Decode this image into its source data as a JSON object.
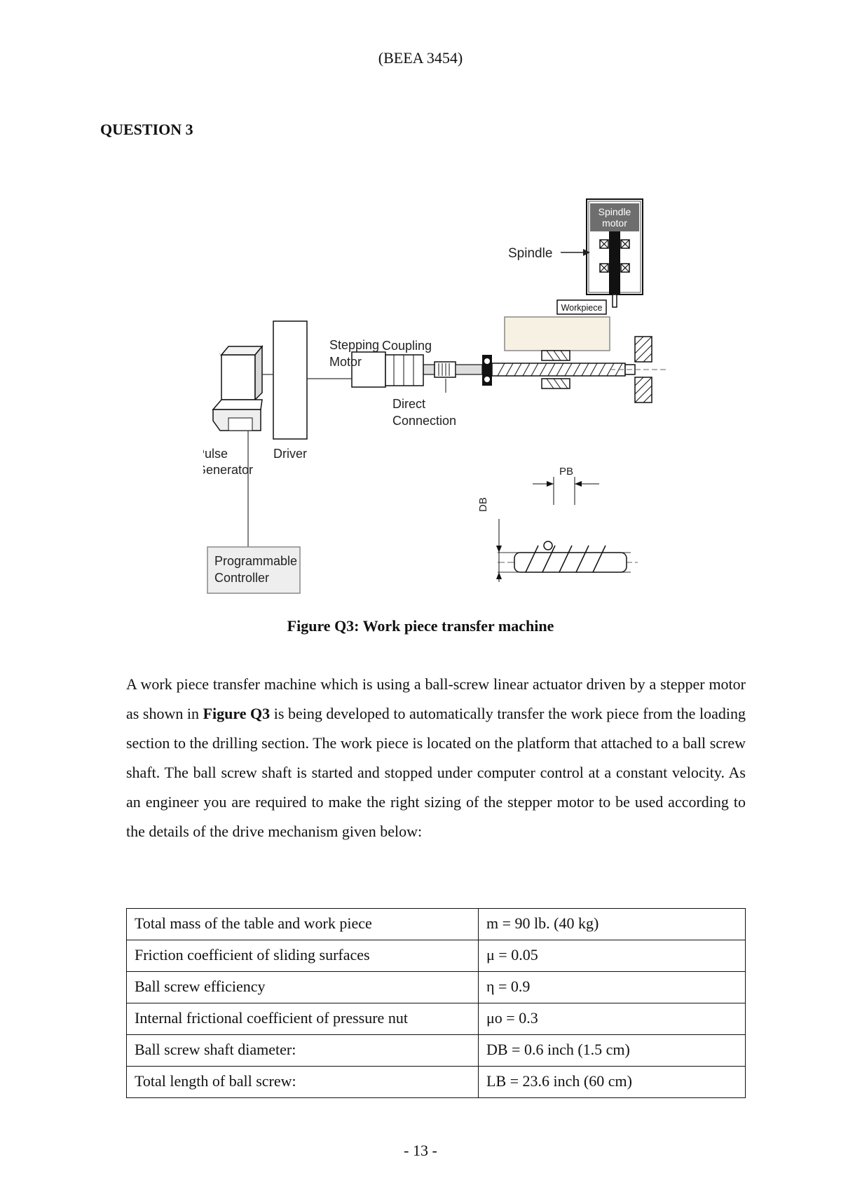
{
  "header": {
    "course_code": "(BEEA 3454)"
  },
  "question": {
    "title": "QUESTION 3"
  },
  "figure": {
    "labels": {
      "spindle_motor_1": "Spindle",
      "spindle_motor_2": "motor",
      "spindle": "Spindle",
      "workpiece": "Workpiece",
      "stepping_motor_1": "Stepping",
      "stepping_motor_2": "Motor",
      "coupling": "Coupling",
      "direct_connection_1": "Direct",
      "direct_connection_2": "Connection",
      "pulse_generator_1": "Pulse",
      "pulse_generator_2": "Generator",
      "driver": "Driver",
      "programmable_controller_1": "Programmable",
      "programmable_controller_2": "Controller",
      "pitch": "PB",
      "diameter": "DB"
    },
    "caption": "Figure Q3: Work piece transfer machine"
  },
  "body": {
    "p1": "A work piece transfer machine which is using a ball-screw linear actuator driven by a stepper motor as shown in ",
    "p_bold": "Figure Q3",
    "p2": " is being developed to automatically transfer the work piece from the loading section to the drilling section. The work piece is located on the platform that attached to a ball screw shaft. The ball screw shaft is started and stopped under computer control at a constant velocity. As an engineer you are required to make the right sizing of the stepper motor to be used according to the details of the drive mechanism given below:"
  },
  "table": {
    "rows": [
      {
        "label": "Total mass of the table and work piece",
        "value": "m = 90 lb. (40 kg)"
      },
      {
        "label": "Friction coefficient of sliding surfaces",
        "value": "μ = 0.05"
      },
      {
        "label": "Ball screw efficiency",
        "value": "η = 0.9"
      },
      {
        "label": "Internal frictional coefficient of pressure nut",
        "value": "μo = 0.3"
      },
      {
        "label": "Ball screw shaft diameter:",
        "value": "DB = 0.6 inch (1.5 cm)"
      },
      {
        "label": "Total length of ball screw:",
        "value": "LB = 23.6 inch (60 cm)"
      }
    ]
  },
  "footer": {
    "page_number": "- 13 -"
  }
}
